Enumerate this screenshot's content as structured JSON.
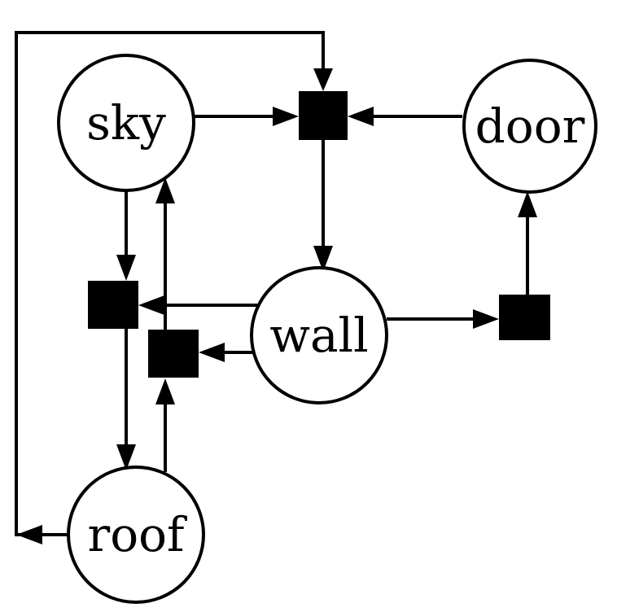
{
  "diagram": {
    "type": "factor-graph",
    "colors": {
      "stroke": "#000000",
      "factor_fill": "#000000",
      "node_fill": "#ffffff",
      "background": "#ffffff"
    },
    "nodes": [
      {
        "id": "sky",
        "label": "sky"
      },
      {
        "id": "door",
        "label": "door"
      },
      {
        "id": "wall",
        "label": "wall"
      },
      {
        "id": "roof",
        "label": "roof"
      }
    ],
    "factors": [
      {
        "id": "f-top"
      },
      {
        "id": "f-left-upper"
      },
      {
        "id": "f-left-lower"
      },
      {
        "id": "f-right"
      }
    ],
    "edges": [
      {
        "from": "sky",
        "to": "f-top"
      },
      {
        "from": "door",
        "to": "f-top"
      },
      {
        "from": "roof",
        "to": "f-top"
      },
      {
        "from": "f-top",
        "to": "wall"
      },
      {
        "from": "sky",
        "to": "f-left-upper"
      },
      {
        "from": "wall",
        "to": "f-left-upper"
      },
      {
        "from": "f-left-upper",
        "to": "roof"
      },
      {
        "from": "roof",
        "to": "f-left-lower"
      },
      {
        "from": "wall",
        "to": "f-left-lower"
      },
      {
        "from": "f-left-lower",
        "to": "sky"
      },
      {
        "from": "wall",
        "to": "f-right"
      },
      {
        "from": "f-right",
        "to": "door"
      }
    ]
  }
}
